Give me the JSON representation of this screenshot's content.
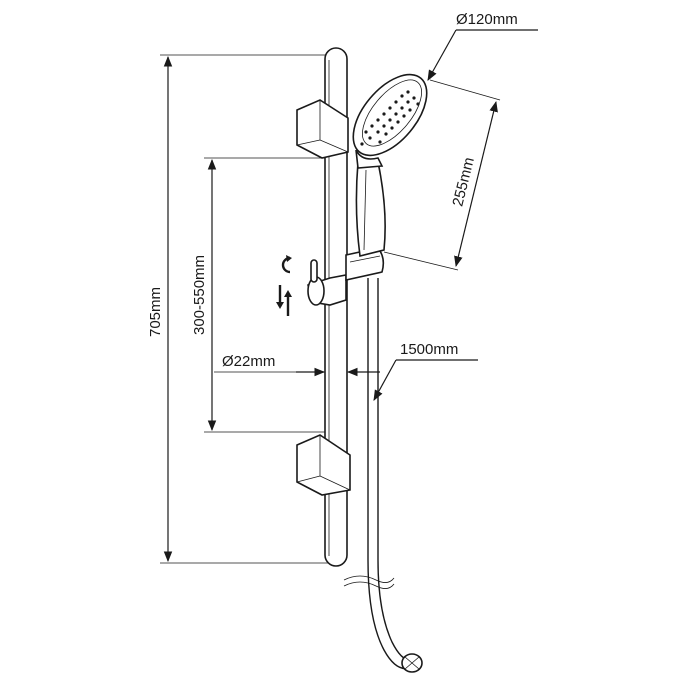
{
  "dimensions": {
    "head_diameter": "Ø120mm",
    "handset_length": "255mm",
    "total_height": "705mm",
    "adjust_range": "300-550mm",
    "rail_diameter": "Ø22mm",
    "hose_length": "1500mm"
  },
  "icons": {
    "rotate": "rotate-arrow-icon",
    "slide": "up-down-arrows-icon"
  },
  "colors": {
    "line": "#1a1a1a",
    "background": "#ffffff"
  }
}
